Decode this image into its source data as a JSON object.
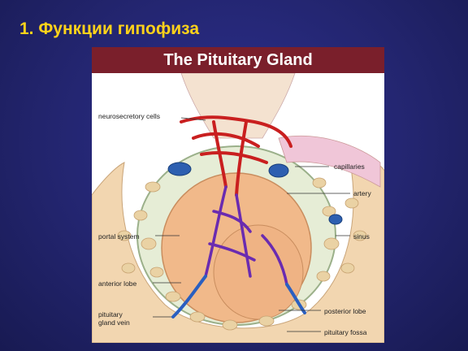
{
  "slide": {
    "title": "1. Функции гипофиза"
  },
  "figure": {
    "title": "The Pituitary Gland",
    "header_color": "#7a1f2b",
    "labels": {
      "neurosecretory_cells": "neurosecretory cells",
      "capillaries": "capillaries",
      "artery": "artery",
      "portal_system": "portal system",
      "sinus": "sinus",
      "anterior_lobe": "anterior lobe",
      "pituitary_gland_vein_1": "pituitary",
      "pituitary_gland_vein_2": "gland vein",
      "posterior_lobe": "posterior lobe",
      "pituitary_fossa": "pituitary fossa"
    }
  }
}
